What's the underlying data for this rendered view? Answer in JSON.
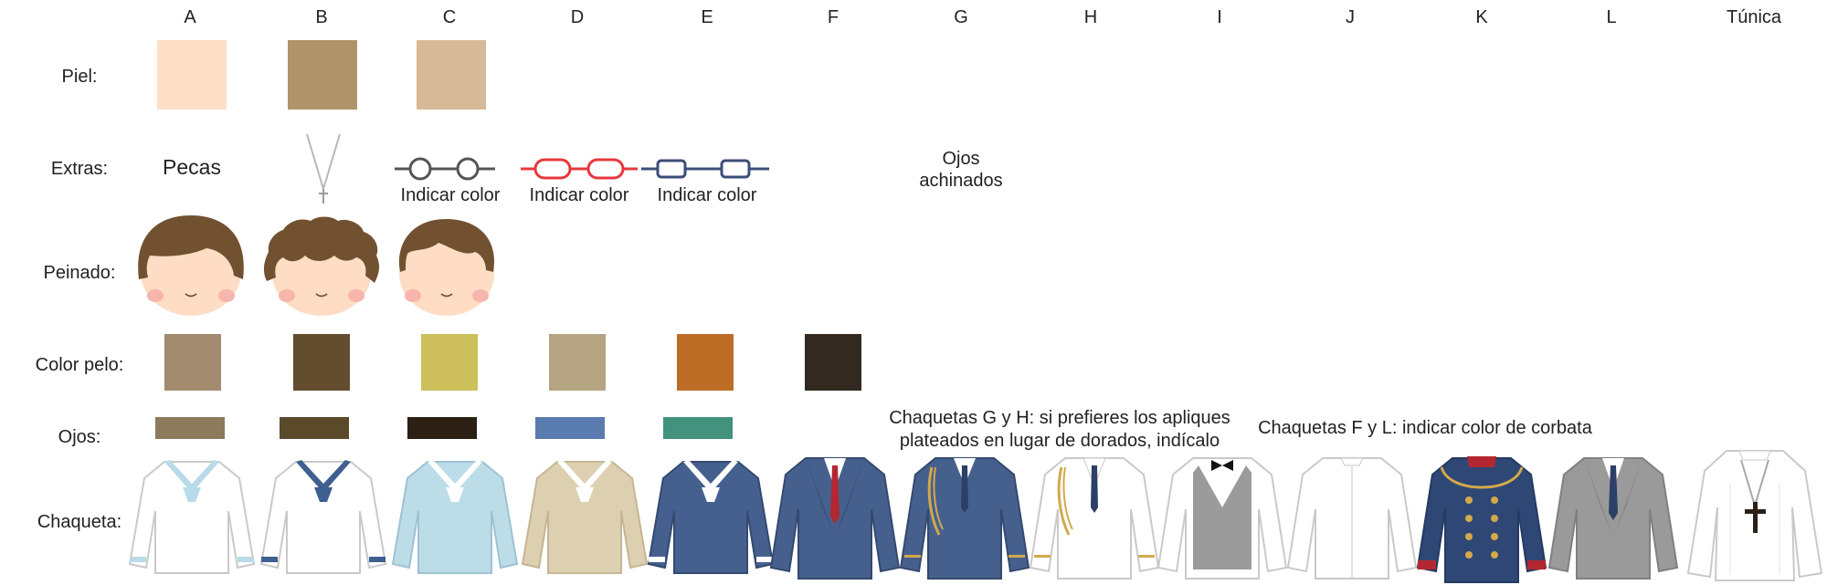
{
  "columns": [
    "A",
    "B",
    "C",
    "D",
    "E",
    "F",
    "G",
    "H",
    "I",
    "J",
    "K",
    "L",
    "Túnica"
  ],
  "rows": {
    "piel": "Piel:",
    "extras": "Extras:",
    "peinado": "Peinado:",
    "color_pelo": "Color pelo:",
    "ojos": "Ojos:",
    "chaqueta": "Chaqueta:"
  },
  "piel_colors": [
    "#ffdfc6",
    "#b09368",
    "#d7b997"
  ],
  "extras": {
    "pecas": "Pecas",
    "indicar_color": "Indicar color",
    "ojos_achinados_1": "Ojos",
    "ojos_achinados_2": "achinados"
  },
  "hair_colors": [
    "#a38b70",
    "#624d2e",
    "#cdc05d",
    "#b4a482",
    "#be6d26",
    "#322a20"
  ],
  "eye_colors": [
    "#8b7a5c",
    "#5b4a2a",
    "#2b2013",
    "#5a7bad",
    "#43927d"
  ],
  "notes": {
    "gh_line1": "Chaquetas G y H: si prefieres los apliques",
    "gh_line2": "plateados en lugar de dorados, indícalo",
    "fl": "Chaquetas F y L: indicar color de corbata"
  },
  "glasses_colors": [
    "#555555",
    "#e8383d",
    "#3b4e78"
  ]
}
